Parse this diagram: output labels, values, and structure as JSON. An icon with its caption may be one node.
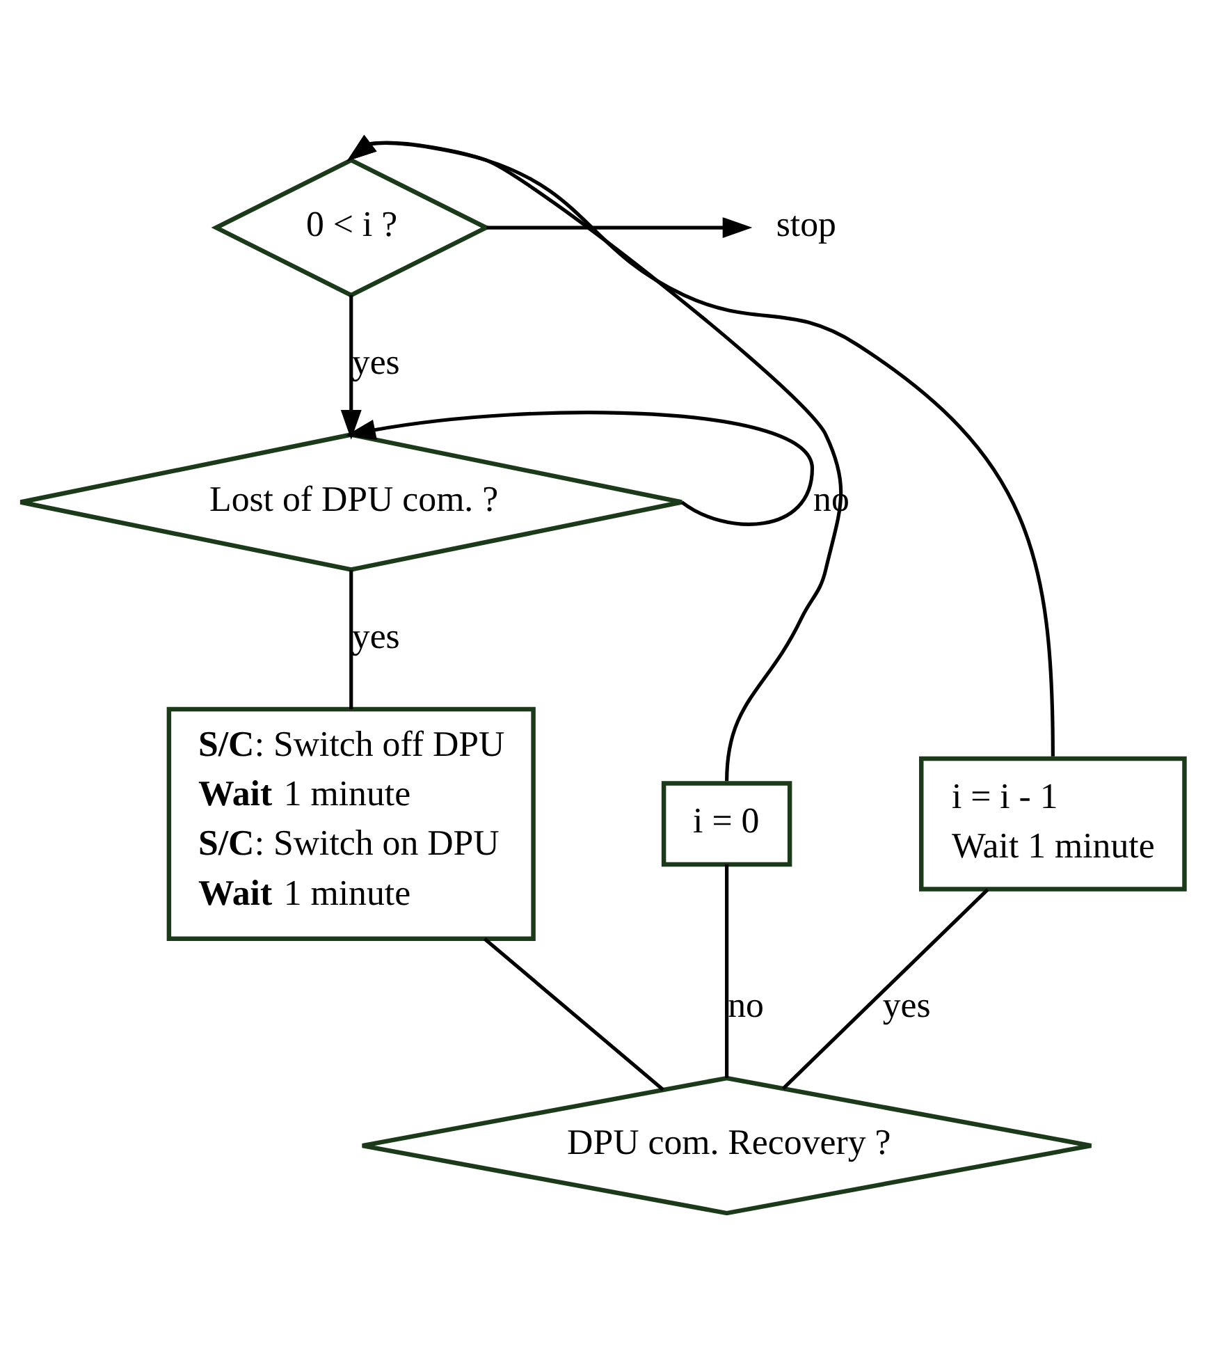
{
  "diagram": {
    "nodes": [
      {
        "text": [
          "0 < i ?"
        ]
      },
      {
        "text": [
          "stop"
        ]
      },
      {
        "text": [
          "Lost of DPU com. ?"
        ]
      },
      {
        "text": [
          "**S/C**: Switch off DPU",
          "**Wait** 1 minute",
          "**S/C**: Switch on DPU",
          "**Wait** 1 minute"
        ]
      },
      {
        "text": [
          "DPU com. Recovery ?"
        ]
      },
      {
        "text": [
          "i = 0"
        ]
      },
      {
        "text": [
          "i = i - 1",
          "Wait 1 minute"
        ]
      }
    ],
    "edges": [
      {
        "from": 0,
        "to": 1,
        "arrow": "to"
      },
      {
        "from": 0,
        "to": 2,
        "arrow": "to",
        "label": "yes"
      },
      {
        "from": 2,
        "to": 2,
        "arrow": "to",
        "label": "no"
      },
      {
        "from": 2,
        "to": 3,
        "arrow": "none",
        "label": "yes"
      },
      {
        "from": 3,
        "to": 4,
        "arrow": "none"
      },
      {
        "from": 4,
        "to": 5,
        "arrow": "none",
        "label": "no"
      },
      {
        "from": 5,
        "to": 0,
        "arrow": "to"
      },
      {
        "from": 4,
        "to": 6,
        "arrow": "none",
        "label": "yes"
      },
      {
        "from": 6,
        "to": 0,
        "arrow": "to"
      }
    ]
  }
}
